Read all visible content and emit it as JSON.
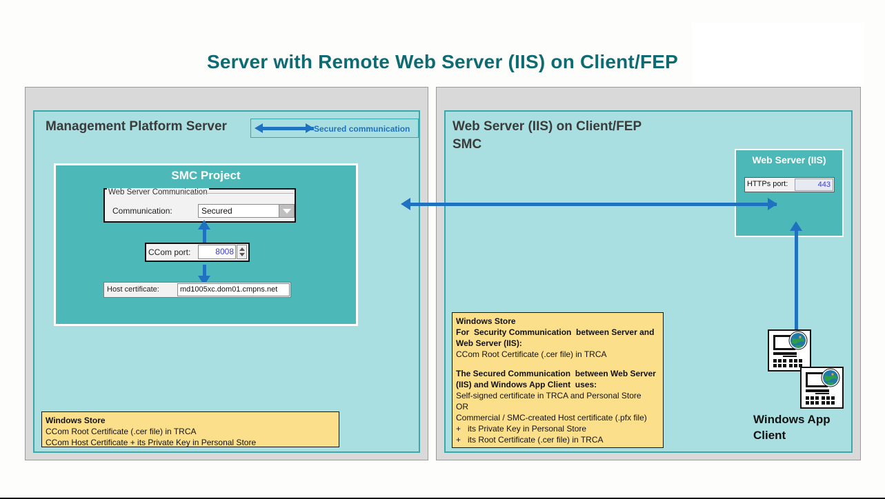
{
  "page": {
    "title": "Server with Remote Web Server (IIS) on Client/FEP",
    "accent_teal": "#0e6b72",
    "panel_fill": "#a9dfe0",
    "box_fill": "#4cb8b8",
    "note_fill": "#fcdf8a",
    "arrow_color": "#1f72c0",
    "frame_fill": "#d9d9d9"
  },
  "left_panel": {
    "title": "Management Platform Server",
    "legend": {
      "label": "Secured communication",
      "icon": "double-arrow-icon"
    },
    "smc_project": {
      "title": "SMC Project",
      "web_server_communication": {
        "group_label": "Web Server Communication",
        "communication_label": "Communication:",
        "communication_value": "Secured",
        "dropdown_icon": "chevron-down-icon"
      },
      "ccom_port": {
        "label": "CCom port:",
        "value": "8008",
        "spinner_icon": "spinner-updown-icon"
      },
      "host_certificate": {
        "label": "Host certificate:",
        "value": "md1005xc.dom01.cmpns.net"
      }
    },
    "note": {
      "header": "Windows Store",
      "lines": [
        "CCom Root Certificate (.cer file) in TRCA",
        "CCom Host Certificate + its Private Key in Personal Store"
      ]
    }
  },
  "right_panel": {
    "title": "Web Server (IIS) on Client/FEP\nSMC",
    "iis_box": {
      "title": "Web Server (IIS)",
      "https_port_label": "HTTPs port:",
      "https_port_value": "443"
    },
    "note": {
      "header": "Windows Store",
      "section1": [
        "For  Security Communication  between Server and",
        "Web Server (IIS):",
        "CCom Root Certificate (.cer file) in TRCA"
      ],
      "section2": [
        "The Secured Communication  between Web Server",
        "(IIS) and Windows App Client  uses:",
        "Self-signed certificate in TRCA and Personal Store",
        "OR",
        "Commercial / SMC-created Host certificate (.pfx file)",
        "+   its Private Key in Personal Store",
        "+   its Root Certificate (.cer file) in TRCA"
      ]
    },
    "client": {
      "label": "Windows App\nClient",
      "icon": "computer-web-client-icon"
    }
  }
}
